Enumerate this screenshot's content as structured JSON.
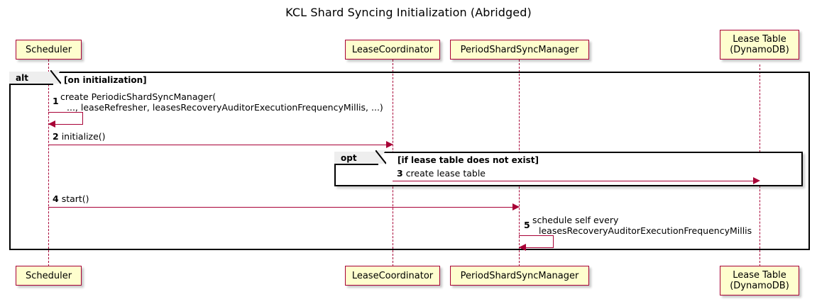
{
  "title": "KCL Shard Syncing Initialization (Abridged)",
  "diagram_type": "sequence",
  "participants": [
    {
      "id": "scheduler",
      "label": "Scheduler",
      "label_line2": ""
    },
    {
      "id": "lease-coordinator",
      "label": "LeaseCoordinator",
      "label_line2": ""
    },
    {
      "id": "period-shard-sync-manager",
      "label": "PeriodShardSyncManager",
      "label_line2": ""
    },
    {
      "id": "lease-table",
      "label": "Lease Table",
      "label_line2": "(DynamoDB)"
    }
  ],
  "fragments": [
    {
      "id": "alt",
      "type": "alt",
      "type_label": "alt",
      "condition": "[on initialization]"
    },
    {
      "id": "opt",
      "type": "opt",
      "type_label": "opt",
      "condition": "[if lease table does not exist]"
    }
  ],
  "messages": [
    {
      "num": "1",
      "from": "scheduler",
      "to": "scheduler",
      "self": true,
      "line1": "create PeriodicShardSyncManager(",
      "line2": "..., leaseRefresher, leasesRecoveryAuditorExecutionFrequencyMillis, ...)"
    },
    {
      "num": "2",
      "from": "scheduler",
      "to": "lease-coordinator",
      "self": false,
      "line1": "initialize()",
      "line2": ""
    },
    {
      "num": "3",
      "from": "lease-coordinator",
      "to": "lease-table",
      "self": false,
      "line1": "create lease table",
      "line2": ""
    },
    {
      "num": "4",
      "from": "scheduler",
      "to": "period-shard-sync-manager",
      "self": false,
      "line1": "start()",
      "line2": ""
    },
    {
      "num": "5",
      "from": "period-shard-sync-manager",
      "to": "period-shard-sync-manager",
      "self": true,
      "line1": "schedule self every",
      "line2": "leasesRecoveryAuditorExecutionFrequencyMillis"
    }
  ],
  "colors": {
    "participant_fill": "#FEFECE",
    "participant_border": "#A80036",
    "arrow": "#A80036",
    "lifeline": "#A80036",
    "fragment_border": "#000000",
    "fragment_tab_fill": "#EEEEEE",
    "background": "#FFFFFF",
    "text": "#000000"
  }
}
